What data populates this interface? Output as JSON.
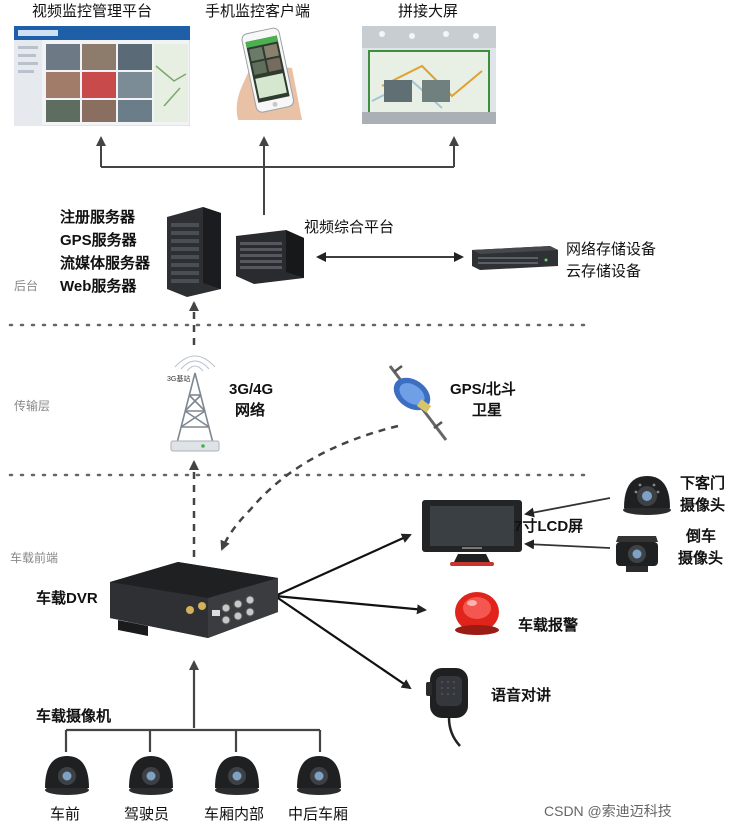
{
  "top": {
    "platform_title": "视频监控管理平台",
    "mobile_title": "手机监控客户端",
    "wall_title": "拼接大屏"
  },
  "backend": {
    "layer_label": "后台",
    "servers": [
      "注册服务器",
      "GPS服务器",
      "流媒体服务器",
      "Web服务器"
    ],
    "video_platform": "视频综合平台",
    "storage": [
      "网络存储设备",
      "云存储设备"
    ]
  },
  "transport": {
    "layer_label": "传输层",
    "tower_tag": "3G基站",
    "network": [
      "3G/4G",
      "网络"
    ],
    "satellite": [
      "GPS/北斗",
      "卫星"
    ]
  },
  "vehicle": {
    "layer_label": "车载前端",
    "dvr_label": "车载DVR",
    "lcd_label": "7寸LCD屏",
    "door_camera": [
      "下客门",
      "摄像头"
    ],
    "reverse_camera": [
      "倒车",
      "摄像头"
    ],
    "alarm_label": "车载报警",
    "intercom_label": "语音对讲",
    "camera_group_label": "车载摄像机",
    "cameras": [
      "车前",
      "驾驶员",
      "车厢内部",
      "中后车厢"
    ]
  },
  "watermark": "CSDN @索迪迈科技"
}
